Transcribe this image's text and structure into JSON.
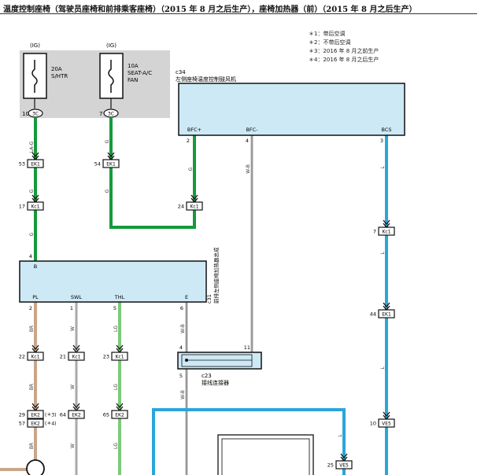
{
  "title": "温度控制座椅（驾驶员座椅和前排乘客座椅）（2015 年 8 月之后生产），座椅加热器（前）（2015 年 8 月之后生产）",
  "notes": [
    "＊1：带后空调",
    "＊2：不带后空调",
    "＊3：2016 年 8 月之前生产",
    "＊4：2016 年 8 月之后生产"
  ],
  "fuse_box": {
    "fuse1": {
      "supply": "(IG)",
      "rating": "20A",
      "name": "S/HTR",
      "pin": "10",
      "conn": "3C"
    },
    "fuse2": {
      "supply": "(IG)",
      "rating": "10A",
      "name1": "SEAT-A/C",
      "name2": "FAN",
      "pin": "7",
      "conn": "3C"
    }
  },
  "c34": {
    "code": "c34",
    "name": "左侧座椅温度控制鼓风机",
    "pins": {
      "bfcp": "BFC+",
      "bfcm": "BFC-",
      "bcs": "BCS"
    },
    "pin_nums": {
      "bfcp": "2",
      "bfcm": "4",
      "bcs": "3"
    }
  },
  "c31": {
    "code": "c31",
    "name": "前排左侧座椅加热器总成",
    "pins": {
      "b": "B",
      "pl": "PL",
      "swl": "SWL",
      "thl": "THL",
      "e": "E"
    },
    "pin_nums": {
      "b": "4",
      "pl": "2",
      "swl": "1",
      "thl": "5",
      "e": "6"
    }
  },
  "c23": {
    "code": "c23",
    "name": "接线连接器",
    "pins": {
      "left": "4",
      "right": "11",
      "bottom": "5"
    }
  },
  "wire_colors": {
    "lag": "LA-G",
    "g": "G",
    "wb": "W-B",
    "l": "L",
    "br": "BR",
    "w": "W",
    "lg": "LG"
  },
  "connectors": {
    "ek1_a": {
      "pin": "53",
      "label": "EK1"
    },
    "ek1_b": {
      "pin": "54",
      "label": "EK1"
    },
    "kc1_a": {
      "pin": "17",
      "label": "Kc1"
    },
    "kc1_b": {
      "pin": "24",
      "label": "Kc1"
    },
    "kc1_c": {
      "pin": "7",
      "label": "Kc1"
    },
    "ek1_c": {
      "pin": "44",
      "label": "EK1"
    },
    "kc1_pl": {
      "pin": "22",
      "label": "Kc1"
    },
    "kc1_swl": {
      "pin": "21",
      "label": "Kc1"
    },
    "kc1_thl": {
      "pin": "23",
      "label": "Kc1"
    },
    "ek2_a": {
      "pin": "29",
      "label": "EK2",
      "note": "(＊3)"
    },
    "ek2_b": {
      "pin": "57",
      "label": "EK2",
      "note": "(＊4)"
    },
    "ek2_c": {
      "pin": "64",
      "label": "EK2"
    },
    "ek2_d": {
      "pin": "65",
      "label": "EK2"
    },
    "ve5_a": {
      "pin": "10",
      "label": "VE5"
    },
    "ve5_b": {
      "pin": "25",
      "label": "VE5"
    }
  },
  "colors": {
    "green": "#159a3c",
    "blue": "#2aa6d8",
    "tan": "#c8a68a",
    "light_green": "#7dc97a",
    "box_fill": "#cde9f5",
    "fuse_bg": "#d4d4d4"
  }
}
